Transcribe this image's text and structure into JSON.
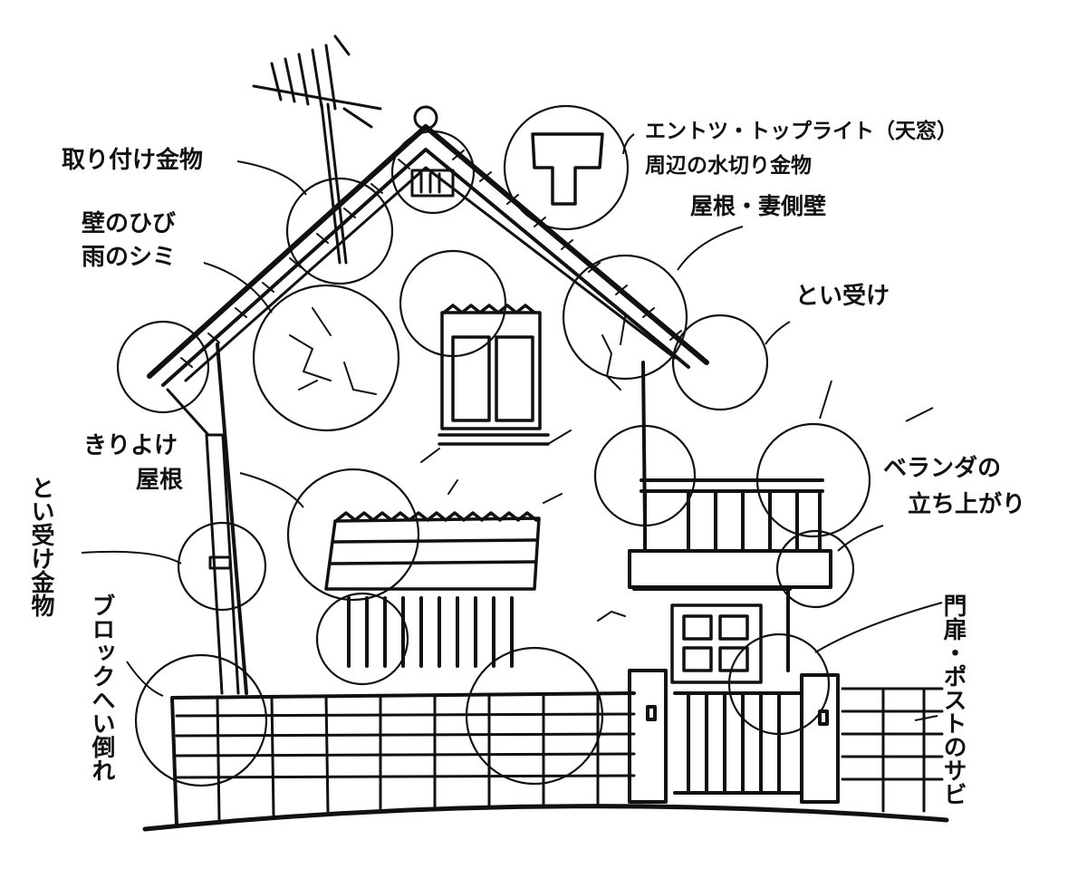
{
  "labels": {
    "fittings": "取り付け金物",
    "chimney_line1": "エントツ・トップライト（天窓）",
    "chimney_line2": "周辺の水切り金物",
    "roof_gable": "屋根・妻側壁",
    "wall_crack_line1": "壁のひび",
    "wall_crack_line2": "雨のシミ",
    "gutter_receiver": "とい受け",
    "awning_line1": "きりよけ",
    "awning_line2": "屋根",
    "veranda_line1": "ベランダの",
    "veranda_line2": "立ち上がり",
    "gutter_bracket": "とい受け金物",
    "block_wall": "ブロックへい倒れ",
    "gate": "門扉・ポストのサビ"
  }
}
